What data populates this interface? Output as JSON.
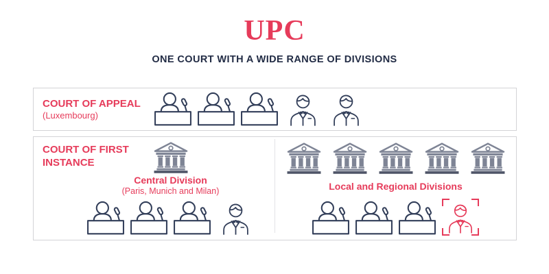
{
  "title": "UPC",
  "subtitle": "ONE COURT WITH A WIDE RANGE OF DIVISIONS",
  "colors": {
    "accent_red": "#e63b5a",
    "navy_text": "#222c45",
    "icon_navy": "#323e59",
    "courthouse_gray": "#7e8495",
    "courthouse_base_gray": "#4f5568",
    "panel_border": "#d3d3d6"
  },
  "icons": {
    "judge": "judge-at-desk-with-microphone-icon",
    "attorney": "person-in-suit-icon",
    "courthouse": "courthouse-icon",
    "highlight": "red-corner-brackets-frame"
  },
  "court_of_appeal": {
    "label": "COURT OF APPEAL",
    "location": "(Luxembourg)",
    "judge_count": 3,
    "attorney_count": 2
  },
  "court_of_first_instance": {
    "label": "COURT OF FIRST INSTANCE",
    "central_division": {
      "label": "Central Division",
      "locations": "(Paris, Munich and Milan)",
      "courthouse_count": 1,
      "judge_count": 3,
      "attorney_count": 1
    },
    "local_regional_divisions": {
      "label": "Local and Regional Divisions",
      "courthouse_count": 5,
      "judge_count": 3,
      "attorney_count": 1,
      "attorney_highlighted": true
    }
  }
}
